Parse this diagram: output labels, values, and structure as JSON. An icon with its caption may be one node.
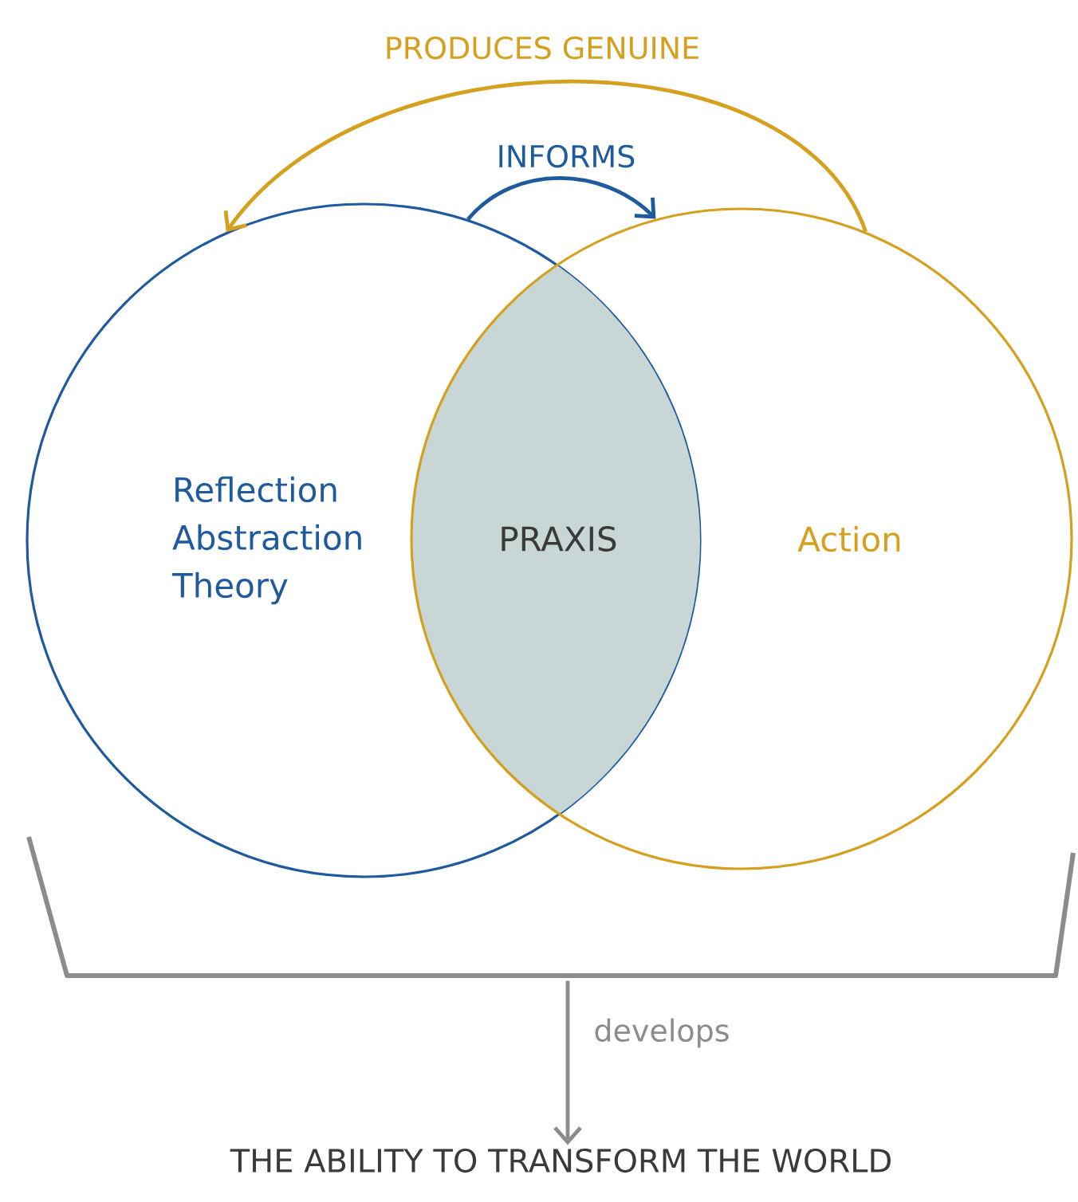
{
  "diagram": {
    "nodes": [
      {
        "text": [
          "Reflection Abstraction Theory"
        ]
      },
      {
        "text": [
          "PRAXIS"
        ]
      },
      {
        "text": [
          "Action"
        ]
      },
      {
        "text": [],
        "shape": "bracket"
      },
      {
        "text": [
          "THE ABILITY TO TRANSFORM THE WORLD"
        ]
      }
    ],
    "edges": [
      {
        "from": 0,
        "to": 2,
        "arrow": "to",
        "label": "INFORMS",
        "color": "#1f5a9e"
      },
      {
        "from": 2,
        "to": 0,
        "arrow": "to",
        "label": "PRODUCES GENUINE",
        "color": "#d4a01e"
      },
      {
        "from": 3,
        "to": 4,
        "arrow": "to",
        "label": "develops",
        "color": "#8c8c8c"
      }
    ]
  }
}
